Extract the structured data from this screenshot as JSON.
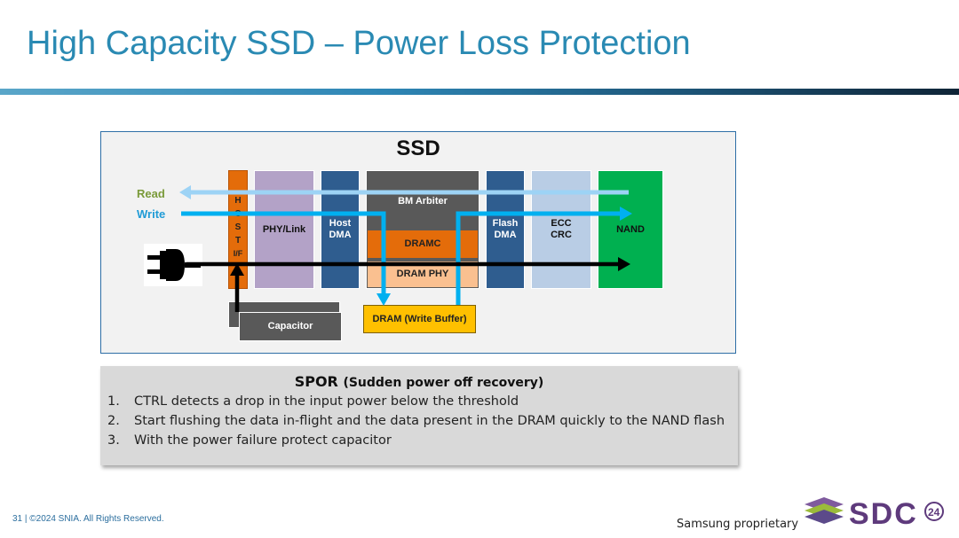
{
  "slide": {
    "title": "High Capacity SSD – Power Loss Protection"
  },
  "diagram": {
    "title": "SSD",
    "labels": {
      "read": "Read",
      "write": "Write"
    },
    "host_letters": [
      "H",
      "O",
      "S",
      "T",
      "I/F"
    ],
    "blocks": {
      "phy_link": "PHY/Link",
      "host_dma_1": "Host",
      "host_dma_2": "DMA",
      "bm_arbiter": "BM Arbiter",
      "dramc": "DRAMC",
      "dram_phy": "DRAM PHY",
      "flash_dma_1": "Flash",
      "flash_dma_2": "DMA",
      "ecc_crc_1": "ECC",
      "ecc_crc_2": "CRC",
      "nand": "NAND",
      "dram_buffer": "DRAM (Write Buffer)",
      "capacitor": "Capacitor"
    },
    "colors": {
      "host_if": "#e46c0a",
      "phy_link": "#b3a2c7",
      "dma": "#2f5d8f",
      "bm_arbiter": "#595959",
      "dramc": "#e46c0a",
      "dram_phy": "#fac090",
      "ecc": "#b9cde5",
      "nand": "#00b050",
      "dram_buffer": "#ffc000",
      "capacitor": "#595959",
      "read_arrow": "#9dd3f5",
      "write_arrow": "#00b0f0",
      "power_arrow": "#000000"
    },
    "icons": [
      "power-plug-icon"
    ]
  },
  "spor": {
    "title": "SPOR",
    "subtitle": "(Sudden power off recovery)",
    "items": [
      {
        "num": "1.",
        "text": "CTRL detects a drop in the input power below the threshold"
      },
      {
        "num": "2.",
        "text": "Start flushing the data in-flight and the data present in the DRAM quickly to the NAND flash"
      },
      {
        "num": "3.",
        "text": "With the power failure protect capacitor"
      }
    ]
  },
  "footer": {
    "copyright": "31 | ©2024 SNIA. All Rights Reserved.",
    "proprietary": "Samsung proprietary",
    "logo_text": "SDC",
    "logo_year": "24"
  }
}
